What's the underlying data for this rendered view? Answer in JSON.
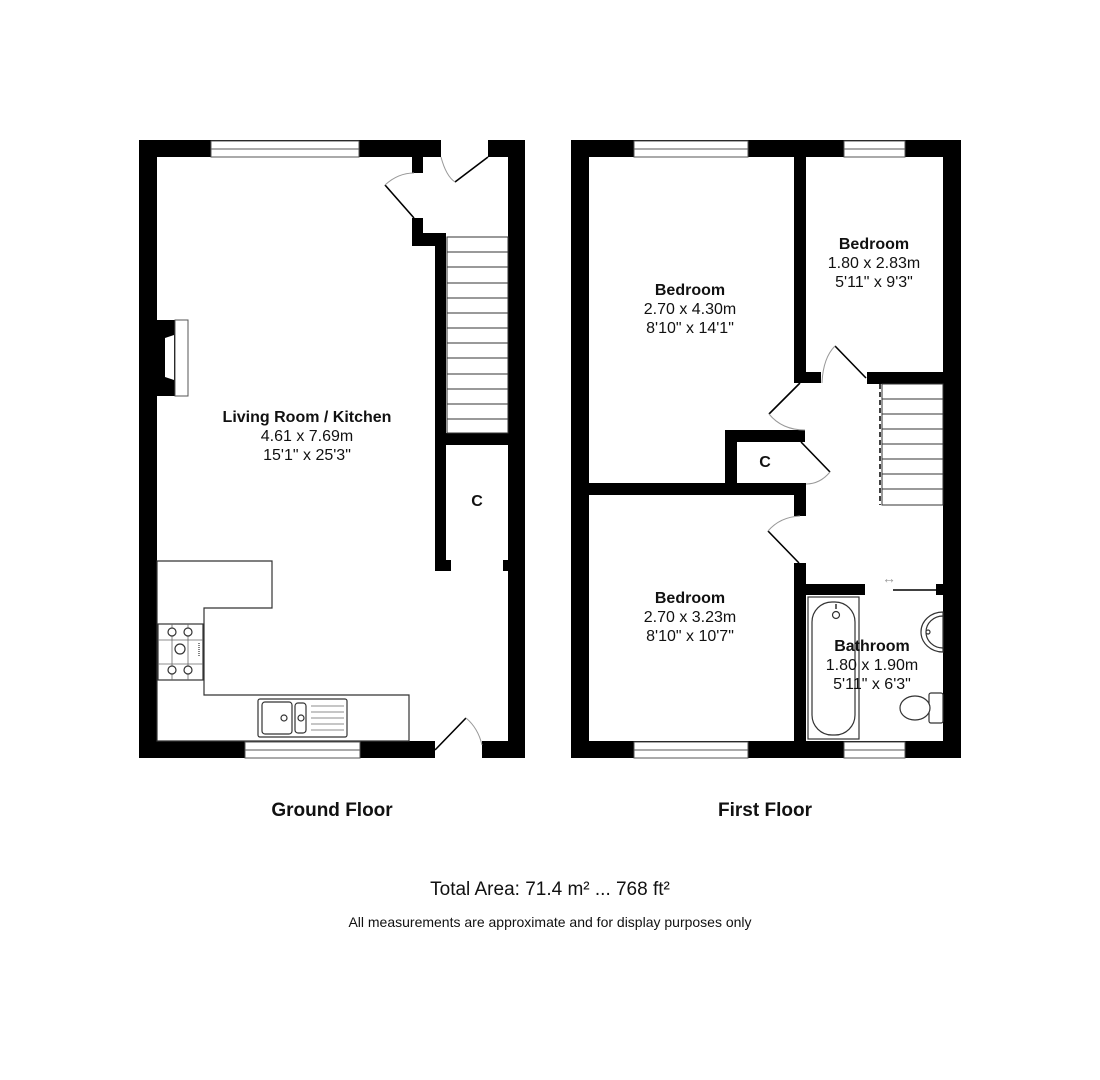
{
  "floors": [
    {
      "title": "Ground Floor",
      "rooms": [
        {
          "name": "Living Room / Kitchen",
          "metric": "4.61 x 7.69m",
          "imperial": "15'1\" x 25'3\""
        }
      ],
      "closets": [
        {
          "label": "C"
        }
      ]
    },
    {
      "title": "First Floor",
      "rooms": [
        {
          "name": "Bedroom",
          "metric": "2.70 x 4.30m",
          "imperial": "8'10\" x 14'1\""
        },
        {
          "name": "Bedroom",
          "metric": "1.80 x 2.83m",
          "imperial": "5'11\" x 9'3\""
        },
        {
          "name": "Bedroom",
          "metric": "2.70 x 3.23m",
          "imperial": "8'10\" x 10'7\""
        },
        {
          "name": "Bathroom",
          "metric": "1.80 x 1.90m",
          "imperial": "5'11\" x 6'3\""
        }
      ],
      "closets": [
        {
          "label": "C"
        }
      ]
    }
  ],
  "footer": {
    "total_area": "Total Area: 71.4 m² ... 768 ft²",
    "disclaimer": "All measurements are approximate and for display purposes only"
  },
  "icons": {
    "sliding-door": "↔"
  },
  "colors": {
    "wall": "#000000",
    "background": "#ffffff"
  }
}
